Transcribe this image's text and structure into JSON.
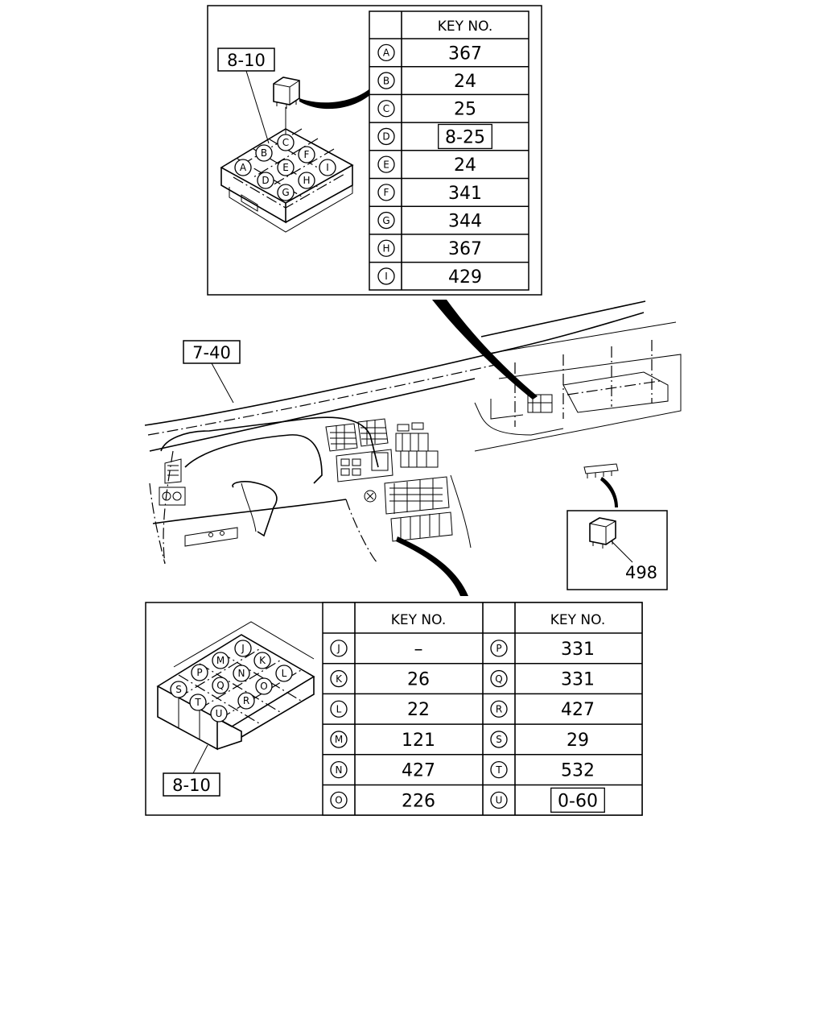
{
  "top_table": {
    "header": "KEY NO.",
    "rows": [
      {
        "key": "A",
        "value": "367",
        "boxed": false
      },
      {
        "key": "B",
        "value": "24",
        "boxed": false
      },
      {
        "key": "C",
        "value": "25",
        "boxed": false
      },
      {
        "key": "D",
        "value": "8-25",
        "boxed": true
      },
      {
        "key": "E",
        "value": "24",
        "boxed": false
      },
      {
        "key": "F",
        "value": "341",
        "boxed": false
      },
      {
        "key": "G",
        "value": "344",
        "boxed": false
      },
      {
        "key": "H",
        "value": "367",
        "boxed": false
      },
      {
        "key": "I",
        "value": "429",
        "boxed": false
      }
    ]
  },
  "bottom_table": {
    "header_left": "KEY NO.",
    "header_right": "KEY NO.",
    "left_rows": [
      {
        "key": "J",
        "value": "–",
        "boxed": false
      },
      {
        "key": "K",
        "value": "26",
        "boxed": false
      },
      {
        "key": "L",
        "value": "22",
        "boxed": false
      },
      {
        "key": "M",
        "value": "121",
        "boxed": false
      },
      {
        "key": "N",
        "value": "427",
        "boxed": false
      },
      {
        "key": "O",
        "value": "226",
        "boxed": false
      }
    ],
    "right_rows": [
      {
        "key": "P",
        "value": "331",
        "boxed": false
      },
      {
        "key": "Q",
        "value": "331",
        "boxed": false
      },
      {
        "key": "R",
        "value": "427",
        "boxed": false
      },
      {
        "key": "S",
        "value": "29",
        "boxed": false
      },
      {
        "key": "T",
        "value": "532",
        "boxed": false
      },
      {
        "key": "U",
        "value": "0-60",
        "boxed": true
      }
    ]
  },
  "labels": {
    "top_ref": "8-10",
    "dash_ref": "7-40",
    "bottom_ref": "8-10",
    "relay_part": "498"
  },
  "top_block_keys": [
    "A",
    "B",
    "C",
    "D",
    "E",
    "F",
    "G",
    "H",
    "I"
  ],
  "bottom_block_keys": [
    "J",
    "K",
    "L",
    "M",
    "N",
    "O",
    "P",
    "Q",
    "R",
    "S",
    "T",
    "U"
  ]
}
